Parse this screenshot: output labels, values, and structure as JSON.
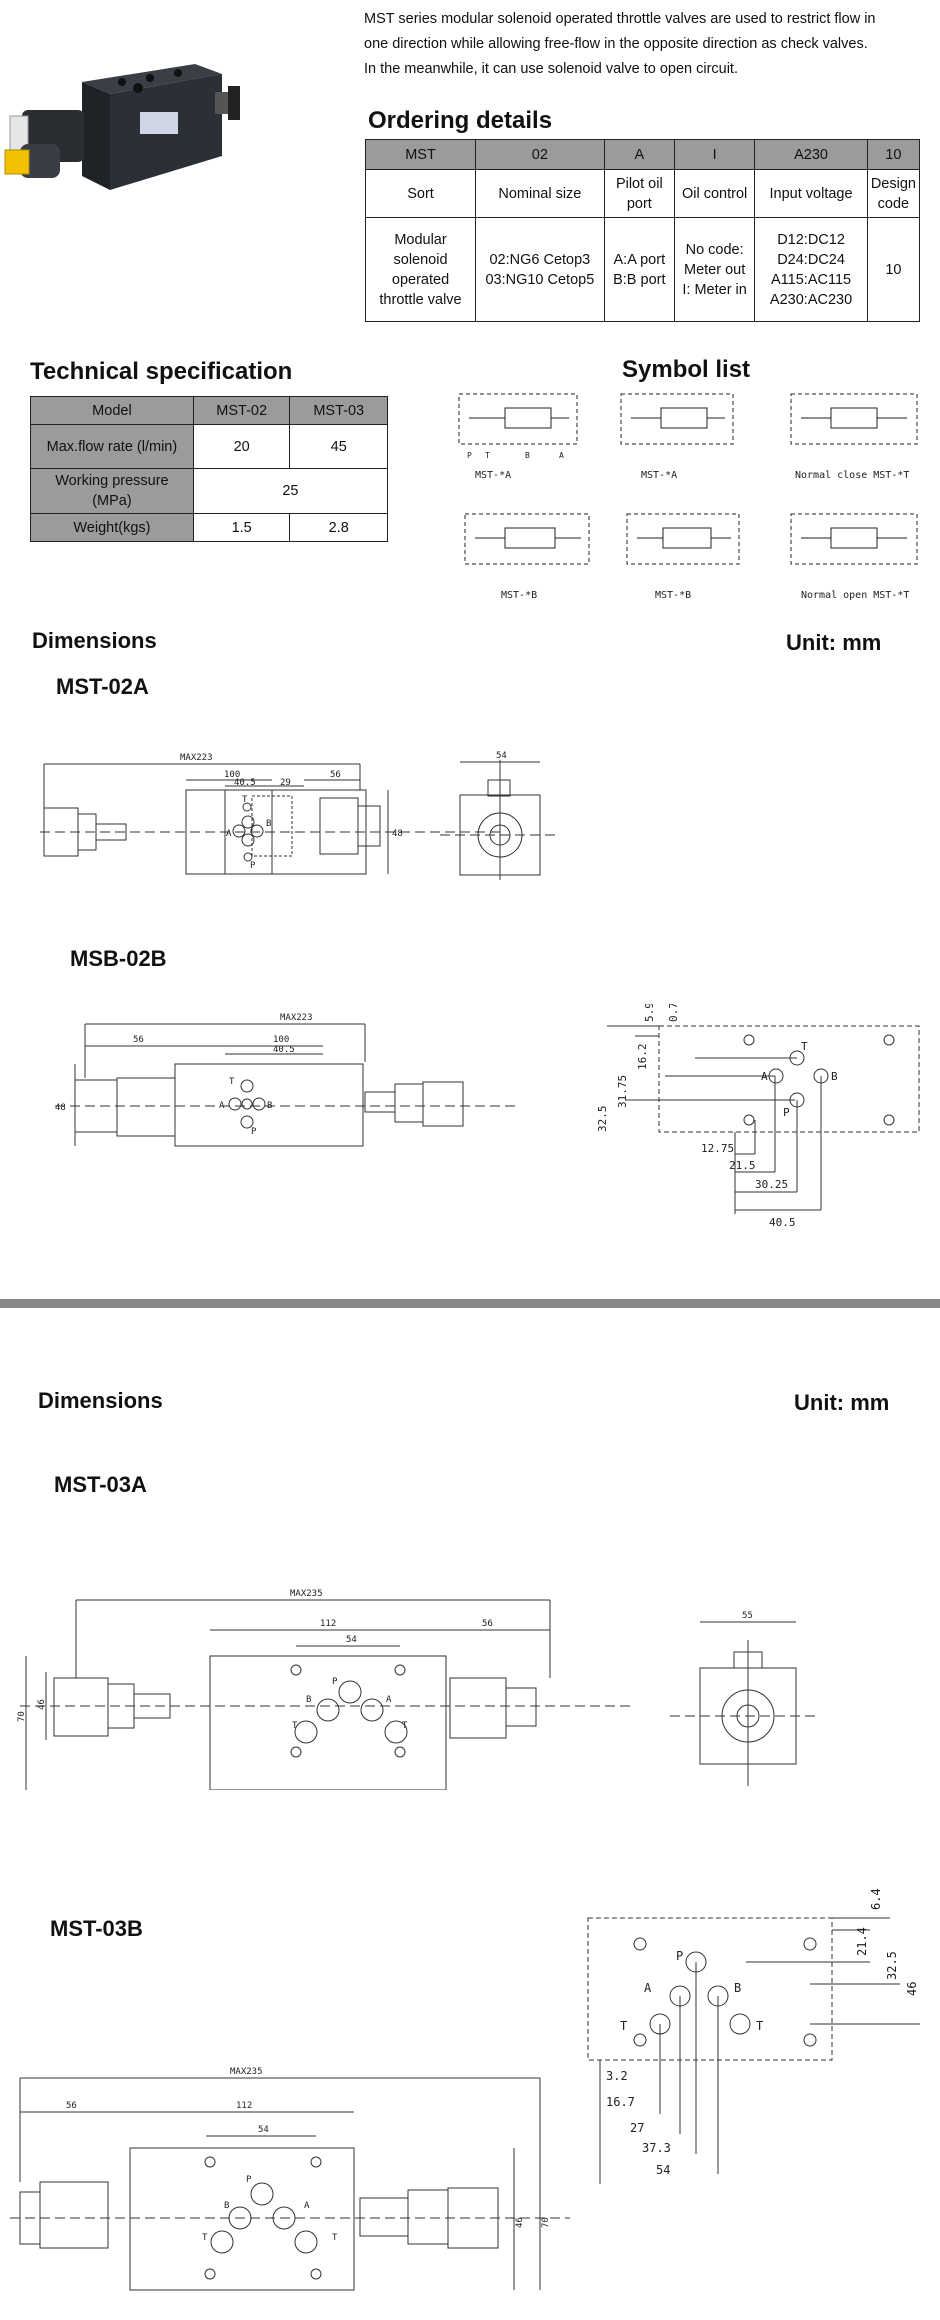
{
  "intro": {
    "line1": "MST series modular solenoid operated throttle valves are used to restrict flow in",
    "line2": "one direction while allowing free-flow in the opposite direction as check valves.",
    "line3": "In the meanwhile, it can use solenoid valve to open circuit."
  },
  "ordering": {
    "title": "Ordering details",
    "codes": [
      "MST",
      "02",
      "A",
      "I",
      "A230",
      "10"
    ],
    "labels": [
      "Sort",
      "Nominal size",
      "Pilot oil port",
      "Oil control",
      "Input voltage",
      "Design code"
    ],
    "values": [
      [
        "Modular",
        "solenoid",
        "operated",
        "throttle valve"
      ],
      [
        "02:NG6 Cetop3",
        "03:NG10 Cetop5"
      ],
      [
        "A:A port",
        "B:B port"
      ],
      [
        "No code:",
        "Meter out",
        "I: Meter in"
      ],
      [
        "D12:DC12",
        "D24:DC24",
        "A115:AC115",
        "A230:AC230"
      ],
      [
        "10"
      ]
    ]
  },
  "tech": {
    "title": "Technical specification",
    "header": [
      "Model",
      "MST-02",
      "MST-03"
    ],
    "flow_label": "Max.flow rate (l/min)",
    "flow": [
      "20",
      "45"
    ],
    "pressure_label": "Working pressure (MPa)",
    "pressure": "25",
    "weight_label": "Weight(kgs)",
    "weight": [
      "1.5",
      "2.8"
    ]
  },
  "symbols": {
    "title": "Symbol list",
    "captions": [
      "MST-*A",
      "MST-*A",
      "Normal close MST-*T",
      "MST-*B",
      "MST-*B",
      "Normal open MST-*T"
    ],
    "port_labels": [
      "P",
      "T",
      "B",
      "A"
    ]
  },
  "dims1": {
    "title": "Dimensions",
    "unit": "Unit: mm"
  },
  "mst02a": {
    "label": "MST-02A",
    "max": "MAX223",
    "d100": "100",
    "d405": "40.5",
    "d29": "29",
    "d56": "56",
    "d48": "48",
    "side": "54",
    "ports": [
      "T",
      "A",
      "B",
      "P"
    ]
  },
  "msb02b": {
    "label": "MSB-02B",
    "max": "MAX223",
    "d56": "56",
    "d100": "100",
    "d405": "40.5",
    "d48": "48",
    "ports": [
      "T",
      "A",
      "B",
      "P"
    ],
    "face": {
      "v": [
        "5.9",
        "0.75",
        "16.2",
        "31.75",
        "32.5"
      ],
      "h": [
        "12.75",
        "21.5",
        "30.25",
        "40.5"
      ],
      "ports": [
        "T",
        "A",
        "B",
        "P"
      ]
    }
  },
  "dims2": {
    "title": "Dimensions",
    "unit": "Unit: mm"
  },
  "mst03a": {
    "label": "MST-03A",
    "max": "MAX235",
    "d112": "112",
    "d54": "54",
    "d56": "56",
    "d70": "70",
    "d46": "46",
    "side": "55",
    "ports": [
      "P",
      "B",
      "A",
      "T",
      "T"
    ]
  },
  "mst03b": {
    "label": "MST-03B",
    "max": "MAX235",
    "d56": "56",
    "d112": "112",
    "d54": "54",
    "d46": "46",
    "d70": "70",
    "ports": [
      "P",
      "B",
      "A",
      "T",
      "T"
    ],
    "face": {
      "v": [
        "6.4",
        "21.4",
        "32.5",
        "46"
      ],
      "h": [
        "3.2",
        "16.7",
        "27",
        "37.3",
        "54"
      ],
      "ports": [
        "P",
        "A",
        "B",
        "T",
        "T"
      ]
    }
  }
}
